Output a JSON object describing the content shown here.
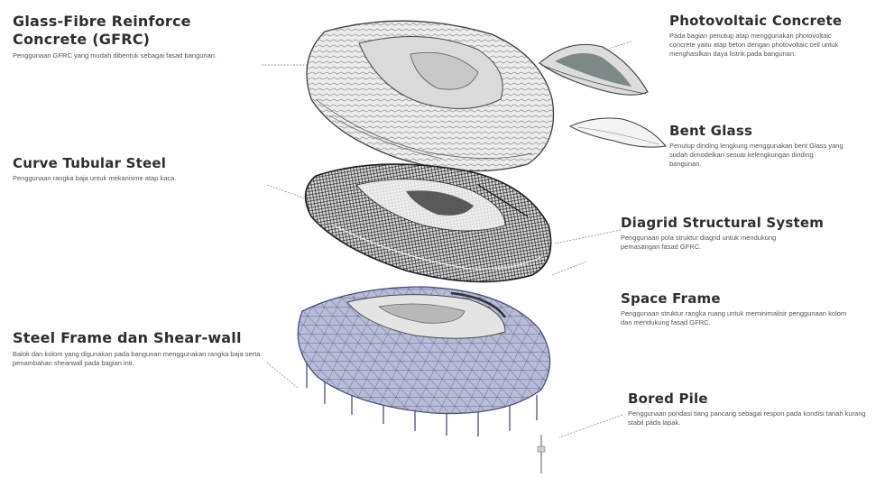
{
  "labels": {
    "gfrc": {
      "title": "Glass-Fibre Reinforce Concrete (GFRC)",
      "desc": "Penggunaan GFRC yang mudah dibentuk sebagai fasad bangunan."
    },
    "photovoltaic": {
      "title": "Photovoltaic Concrete",
      "desc": "Pada bagian penutup atap menggunakan photovoltaic concrete yaitu atap beton dengan photovoltaic cell untuk menghasilkan daya listrik pada bangunan."
    },
    "bent_glass": {
      "title": "Bent Glass",
      "desc": "Penutup dinding lengkung menggunakan bent Glass yang sudah dimodelkan sesuai kelengkungan dinding bangunan."
    },
    "curve_tubular": {
      "title": "Curve Tubular Steel",
      "desc": "Penggunaan rangka baja untuk mekanisme atap kaca."
    },
    "diagrid": {
      "title": "Diagrid Structural System",
      "desc": "Penggunaan pola struktur diagrid untuk mendukung pemasangan fasad GFRC."
    },
    "space_frame": {
      "title": "Space Frame",
      "desc": "Penggunaan struktur rangka ruang untuk meminimalisir penggunaan kolom dan mendukung fasad GFRC."
    },
    "steel_frame": {
      "title": "Steel Frame dan Shear-wall",
      "desc": "Balok dan kolom yang digunakan pada bangunan menggunakan rangka baja serta penambahan shearwall pada bagian inti."
    },
    "bored_pile": {
      "title": "Bored Pile",
      "desc": "Penggunaan pondasi tiang pancang sebagai respon pada kondisi tanah kurang stabil pada lapak."
    }
  },
  "colors": {
    "heading": "#2e2e2e",
    "body_text": "#555555",
    "line_art": "#3a3a3a",
    "mesh_dark": "#1e1e1e",
    "frame_blue": "#8f93b8",
    "leader": "#9a9a9a"
  }
}
